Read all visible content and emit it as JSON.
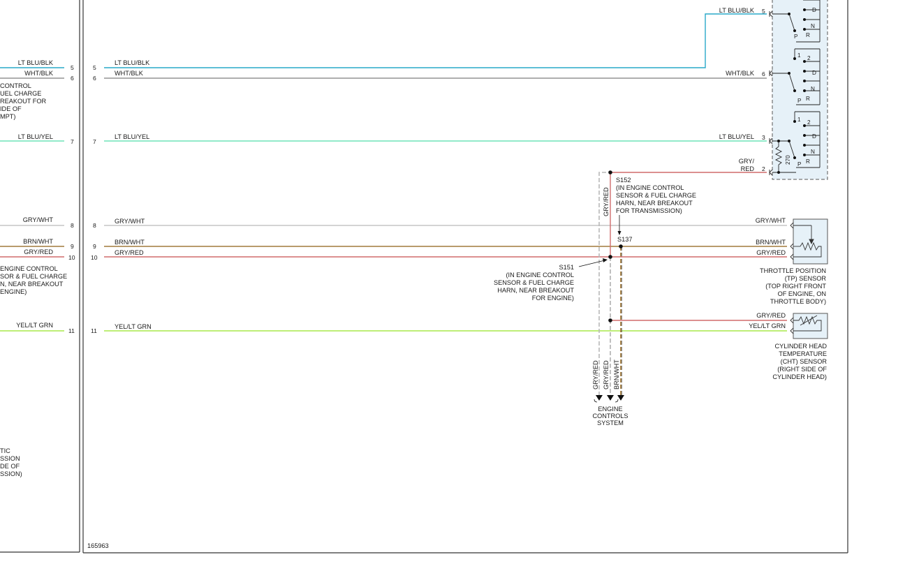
{
  "diagram_id": "165963",
  "colors": {
    "lt_blu_blk": "#29a9c9",
    "wht_blk": "#7d7d7d",
    "lt_blu_yel": "#6fe3b8",
    "gry_wht": "#c6c6c6",
    "brn_wht": "#a07a3c",
    "gry_red": "#d06c6c",
    "yel_lt_grn": "#a8e84a",
    "frame": "#333333",
    "sensor_fill": "#e6f1f8"
  },
  "left_panel": {
    "wires": [
      {
        "label": "LT BLU/BLK",
        "pin": "5"
      },
      {
        "label": "WHT/BLK",
        "pin": "6"
      },
      {
        "label": "LT BLU/YEL",
        "pin": "7"
      },
      {
        "label": "GRY/WHT",
        "pin": "8"
      },
      {
        "label": "BRN/WHT",
        "pin": "9"
      },
      {
        "label": "GRY/RED",
        "pin": "10"
      },
      {
        "label": "YEL/LT GRN",
        "pin": "11"
      }
    ],
    "note_1": [
      "CONTROL",
      "UEL CHARGE",
      "REAKOUT FOR",
      "IDE OF",
      "MPT)"
    ],
    "note_2": [
      "ENGINE CONTROL",
      "SOR & FUEL CHARGE",
      "N, NEAR BREAKOUT",
      "ENGINE)"
    ],
    "note_3": [
      "TIC",
      "SSION",
      "DE OF",
      "SSION)"
    ]
  },
  "main_wires": [
    {
      "label": "LT BLU/BLK",
      "pin": "5"
    },
    {
      "label": "WHT/BLK",
      "pin": "6"
    },
    {
      "label": "LT BLU/YEL",
      "pin": "7"
    },
    {
      "label": "GRY/WHT",
      "pin": "8"
    },
    {
      "label": "BRN/WHT",
      "pin": "9"
    },
    {
      "label": "GRY/RED",
      "pin": "10"
    },
    {
      "label": "YEL/LT GRN",
      "pin": "11"
    }
  ],
  "range_sensor": {
    "pins": [
      {
        "label": "LT BLU/BLK",
        "pin": "5"
      },
      {
        "label": "WHT/BLK",
        "pin": "6"
      },
      {
        "label": "LT BLU/YEL",
        "pin": "3"
      },
      {
        "label_line1": "GRY/",
        "label_line2": "RED",
        "pin": "2"
      }
    ],
    "resistor": "270",
    "positions": {
      "p1": "1",
      "p2": "2",
      "d": "D",
      "n": "N",
      "p": "P",
      "r": "R"
    }
  },
  "splices": {
    "s152": {
      "id": "S152",
      "desc": [
        "(IN ENGINE CONTROL",
        "SENSOR & FUEL CHARGE",
        "HARN, NEAR BREAKOUT",
        "FOR TRANSMISSION)"
      ]
    },
    "s137": {
      "id": "S137"
    },
    "s151": {
      "id": "S151",
      "desc": [
        "(IN ENGINE CONTROL",
        "SENSOR & FUEL CHARGE",
        "HARN, NEAR BREAKOUT",
        "FOR ENGINE)"
      ]
    }
  },
  "vertical_wires": {
    "v1": "GRY/RED",
    "v2": "GRY/RED",
    "v3": "GRY/RED",
    "v4": "BRN/WHT"
  },
  "tp_sensor": {
    "pins": [
      "GRY/WHT",
      "BRN/WHT",
      "GRY/RED"
    ],
    "name": [
      "THROTTLE POSITION",
      "(TP) SENSOR",
      "(TOP RIGHT FRONT",
      "OF ENGINE, ON",
      "THROTTLE BODY)"
    ]
  },
  "cht_sensor": {
    "pins": [
      "GRY/RED",
      "YEL/LT GRN"
    ],
    "name": [
      "CYLINDER HEAD",
      "TEMPERATURE",
      "(CHT) SENSOR",
      "(RIGHT SIDE OF",
      "CYLINDER HEAD)"
    ]
  },
  "engine_controls": [
    "ENGINE",
    "CONTROLS",
    "SYSTEM"
  ]
}
